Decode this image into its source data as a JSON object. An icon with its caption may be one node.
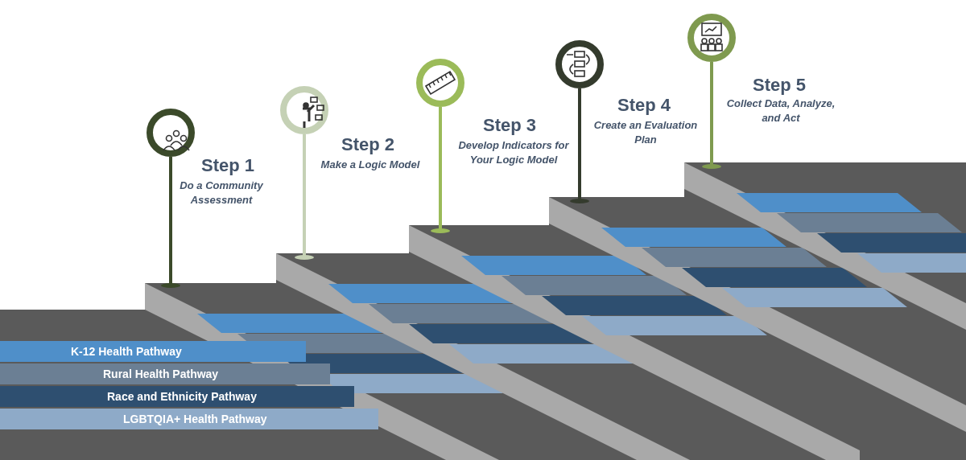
{
  "diagram": {
    "nodes": [
      {
        "text": [],
        "shape": "circle",
        "beside": [
          "Step 1",
          "Do a Community Assessment"
        ]
      },
      {
        "text": [],
        "shape": "circle",
        "beside": [
          "Step 2",
          "Make a Logic Model"
        ]
      },
      {
        "text": [],
        "shape": "circle",
        "beside": [
          "Step 3",
          "Develop Indicators for Your Logic Model"
        ]
      },
      {
        "text": [],
        "shape": "circle",
        "beside": [
          "Step 4",
          "Create an Evaluation Plan"
        ]
      },
      {
        "text": [],
        "shape": "circle",
        "beside": [
          "Step 5",
          "Collect Data, Analyze, and Act"
        ]
      }
    ],
    "edges": [],
    "legend": [
      {
        "text": "K-12 Health Pathway",
        "color": "#4f8fc9"
      },
      {
        "text": "Rural Health Pathway",
        "color": "#6b7f94"
      },
      {
        "text": "Race and Ethnicity Pathway",
        "color": "#2e4f70"
      },
      {
        "text": "LGBTQIA+ Health Pathway",
        "color": "#8eaac8"
      }
    ]
  }
}
